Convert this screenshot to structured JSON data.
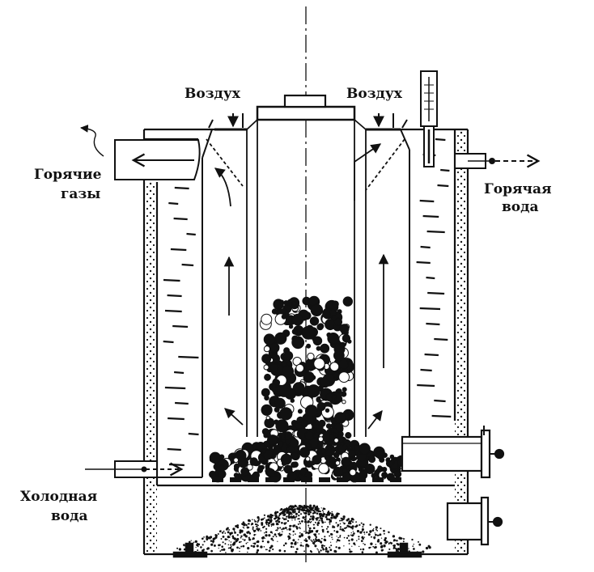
{
  "labels": {
    "air_left": "Воздух",
    "air_right": "Воздух",
    "hot_gases_line1": "Горячие",
    "hot_gases_line2": "газы",
    "hot_water_line1": "Горячая",
    "hot_water_line2": "вода",
    "cold_water_line1": "Холодная",
    "cold_water_line2": "вода"
  },
  "colors": {
    "ink": "#111111",
    "background": "#ffffff"
  }
}
